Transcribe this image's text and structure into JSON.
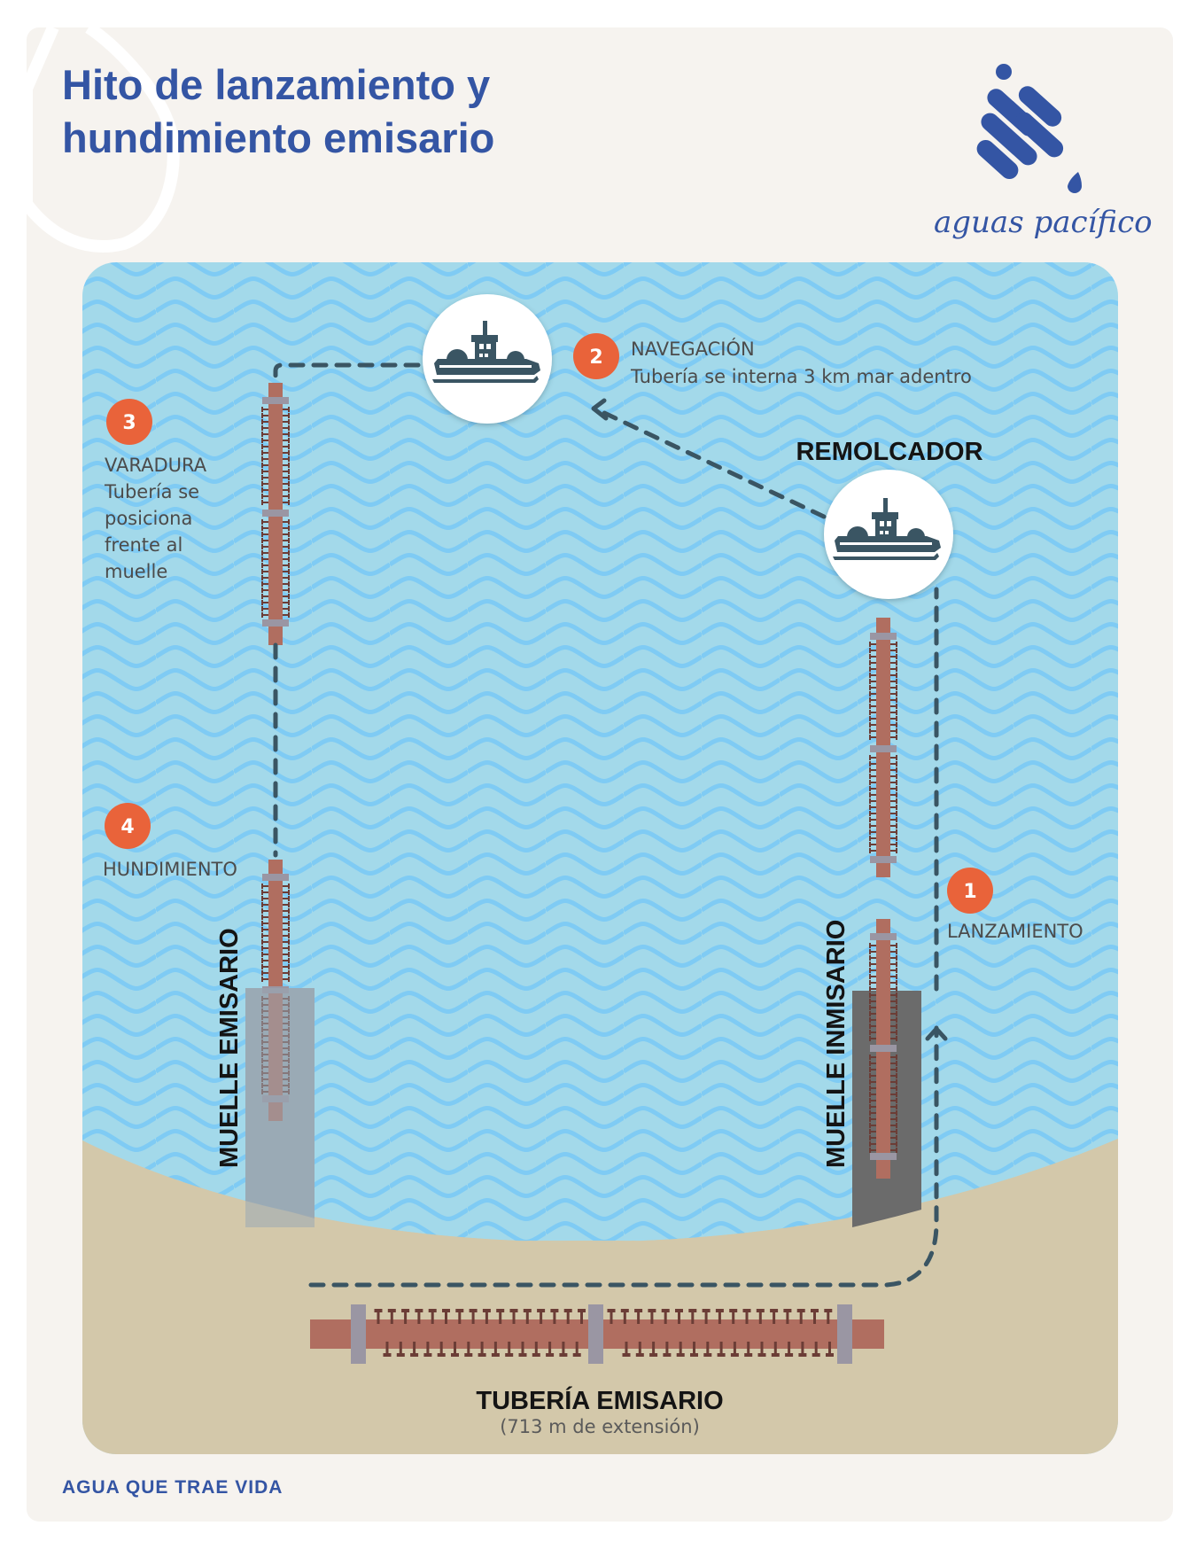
{
  "header": {
    "title_line1": "Hito de lanzamiento y",
    "title_line2": "hundimiento emisario"
  },
  "brand": {
    "name": "aguas pacífico",
    "logo_icon": "aguas-pacifico-logo-icon"
  },
  "colors": {
    "brand_blue": "#3455a4",
    "page_bg": "#f6f3ef",
    "water": "#a3d9ea",
    "wave": "#7fcbf4",
    "sand": "#d3c8aa",
    "step_badge": "#e9633a",
    "pipe": "#b06e60",
    "flange": "#9a96a3",
    "path": "#3a5563",
    "pier_inmisario": "#6b6b6b",
    "pier_emisario": "#9aa9b4"
  },
  "steps": [
    {
      "number": "1",
      "title": "LANZAMIENTO",
      "description": ""
    },
    {
      "number": "2",
      "title": "NAVEGACIÓN",
      "description": "Tubería se interna 3 km mar adentro"
    },
    {
      "number": "3",
      "title": "VARADURA",
      "description_lines": [
        "Tubería se",
        "posiciona",
        "frente al",
        "muelle"
      ]
    },
    {
      "number": "4",
      "title": "HUNDIMIENTO",
      "description": ""
    }
  ],
  "labels": {
    "tugboat": "REMOLCADOR",
    "pier_emisario": "MUELLE EMISARIO",
    "pier_inmisario": "MUELLE INMISARIO",
    "pipe_title": "TUBERÍA EMISARIO",
    "pipe_subtitle": "(713 m de extensión)"
  },
  "footer": {
    "tagline": "AGUA QUE TRAE VIDA"
  },
  "icons": {
    "tugboat": "tugboat-icon",
    "arrow": "arrow-head-icon",
    "drop": "water-drop-outline-icon"
  }
}
